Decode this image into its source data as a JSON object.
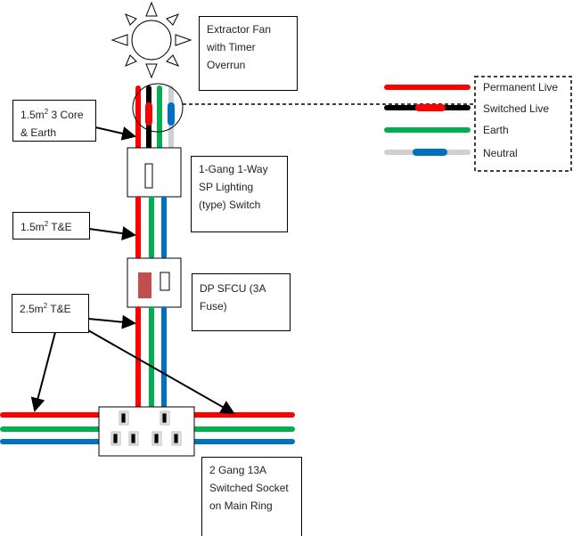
{
  "labels": {
    "fan": "Extractor Fan with Timer Overrun",
    "cable_3core_a": "1.5m",
    "cable_3core_sup": "2",
    "cable_3core_b": " 3 Core & Earth",
    "switch": "1-Gang 1-Way SP Lighting (type) Switch",
    "cable_15_a": "1.5m",
    "cable_15_sup": "2",
    "cable_15_b": " T&E",
    "sfcu": "DP SFCU (3A Fuse)",
    "cable_25_a": "2.5m",
    "cable_25_sup": "2",
    "cable_25_b": " T&E",
    "socket": "2 Gang 13A Switched Socket on Main Ring"
  },
  "legend": [
    {
      "label": "Permanent Live",
      "color": "#ff0000"
    },
    {
      "label": "Switched Live",
      "color": "#000000",
      "sleeve": "#ff0000"
    },
    {
      "label": "Earth",
      "color": "#00b050"
    },
    {
      "label": "Neutral",
      "color": "#d0d0d0",
      "sleeve": "#0070c0"
    }
  ],
  "colors": {
    "live": "#ff0000",
    "earth": "#00b050",
    "neutral": "#0070c0",
    "switched": "#000000",
    "grey": "#d0d0d0",
    "fuse": "#c0504d"
  }
}
